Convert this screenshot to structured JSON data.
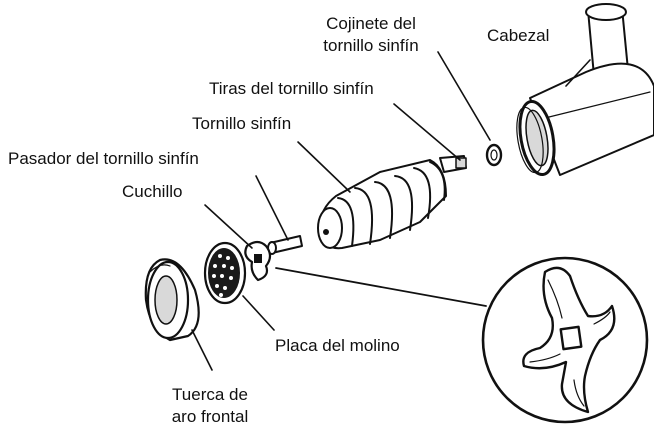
{
  "labels": {
    "cojinete_line1": "Cojinete del",
    "cojinete_line2": "tornillo sinfín",
    "cabezal": "Cabezal",
    "tiras": "Tiras del tornillo sinfín",
    "tornillo": "Tornillo sinfín",
    "pasador": "Pasador del tornillo sinfín",
    "cuchillo": "Cuchillo",
    "placa": "Placa del molino",
    "tuerca_line1": "Tuerca de",
    "tuerca_line2": "aro frontal"
  },
  "colors": {
    "ink": "#111111",
    "paper": "#ffffff",
    "shade": "#d9d9d9"
  }
}
